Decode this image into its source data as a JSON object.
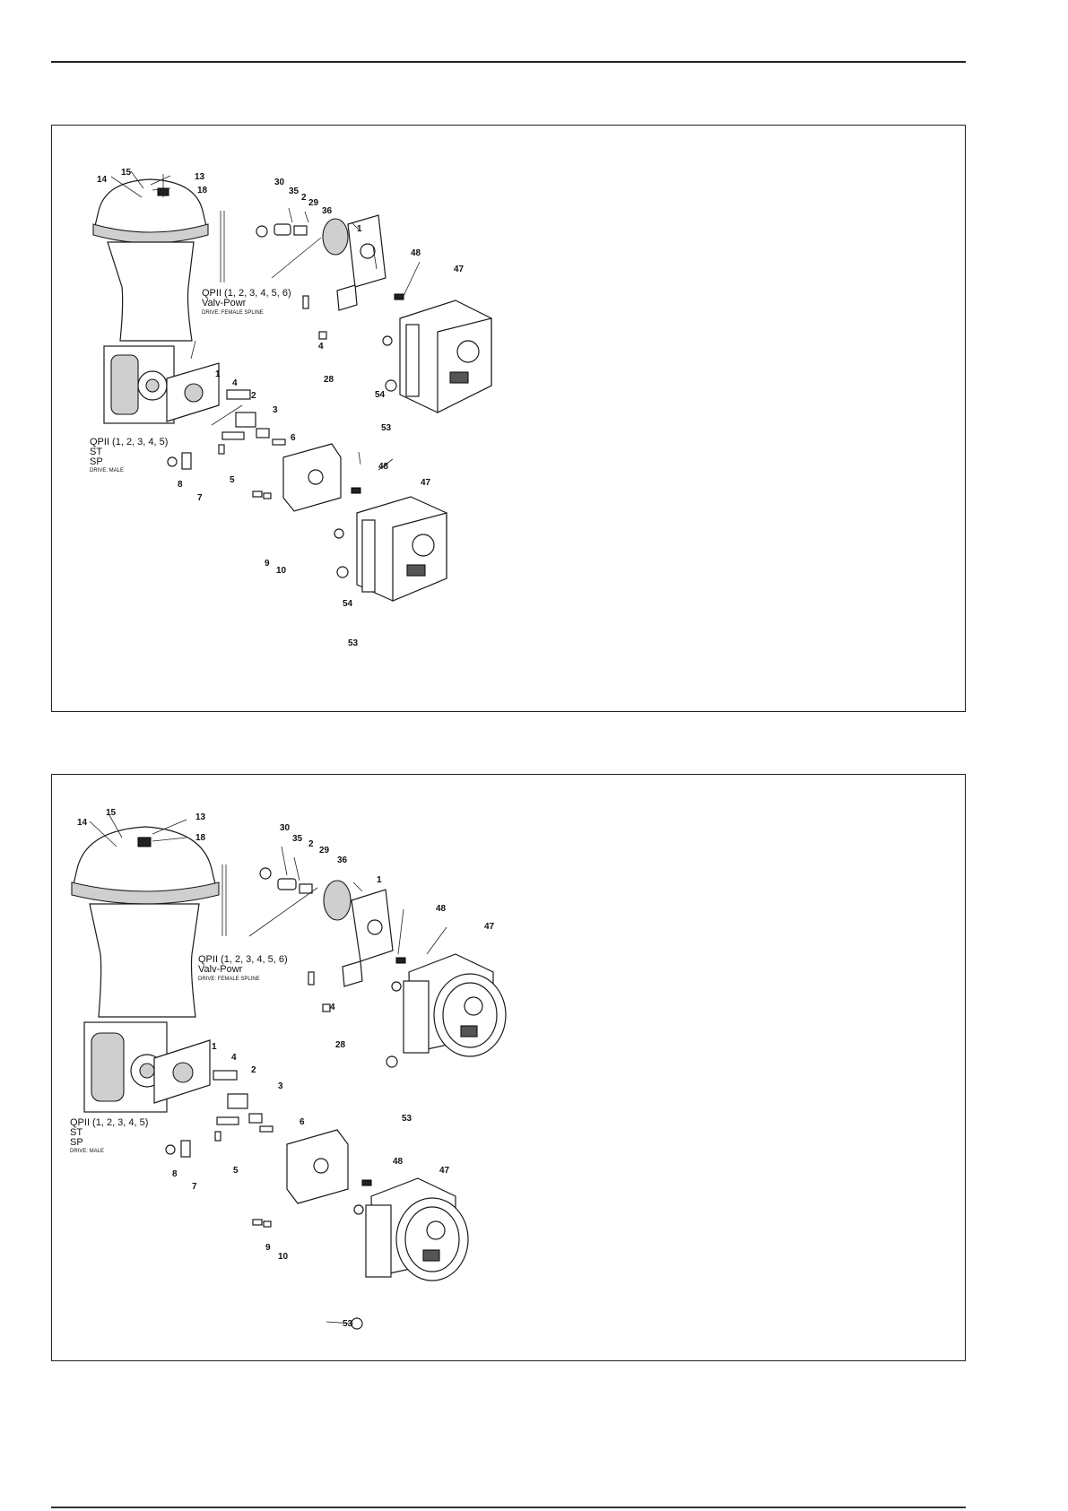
{
  "figures": [
    {
      "id": "a",
      "valv_powr_caption": {
        "models": "QPII (1, 2, 3, 4, 5, 6)",
        "name": "Valv-Powr",
        "drive": "DRIVE: FEMALE SPLINE"
      },
      "st_sp_caption": {
        "models": "QPII (1, 2, 3, 4, 5)",
        "line1": "ST",
        "line2": "SP",
        "drive": "DRIVE: MALE"
      },
      "labels": [
        "14",
        "15",
        "13",
        "18",
        "30",
        "35",
        "2",
        "29",
        "36",
        "1",
        "48",
        "47",
        "4",
        "28",
        "54",
        "53",
        "1",
        "4",
        "2",
        "3",
        "6",
        "8",
        "7",
        "5",
        "48",
        "47",
        "9",
        "10",
        "54",
        "53"
      ]
    },
    {
      "id": "b",
      "valv_powr_caption": {
        "models": "QPII (1, 2, 3, 4, 5, 6)",
        "name": "Valv-Powr",
        "drive": "DRIVE: FEMALE SPLINE"
      },
      "st_sp_caption": {
        "models": "QPII (1, 2, 3, 4, 5)",
        "line1": "ST",
        "line2": "SP",
        "drive": "DRIVE: MALE"
      },
      "labels": [
        "14",
        "15",
        "13",
        "18",
        "30",
        "35",
        "2",
        "29",
        "36",
        "1",
        "48",
        "47",
        "4",
        "28",
        "53",
        "1",
        "4",
        "2",
        "3",
        "6",
        "8",
        "7",
        "5",
        "48",
        "47",
        "9",
        "10",
        "53"
      ]
    }
  ]
}
